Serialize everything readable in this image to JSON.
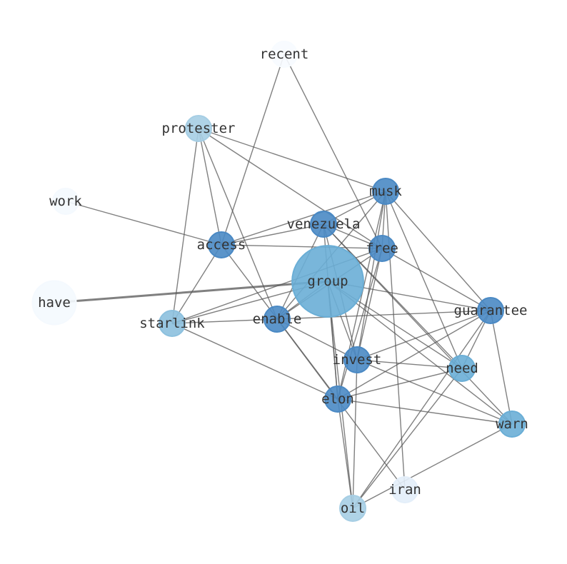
{
  "graph": {
    "type": "network",
    "nodes": [
      {
        "id": "recent",
        "label": "recent",
        "color": "#f7fbff",
        "size": 1
      },
      {
        "id": "protester",
        "label": "protester",
        "color": "#a6cee4",
        "size": 1
      },
      {
        "id": "work",
        "label": "work",
        "color": "#f4f9fe",
        "size": 1
      },
      {
        "id": "musk",
        "label": "musk",
        "color": "#4a89c4",
        "size": 1
      },
      {
        "id": "venezuela",
        "label": "venezuela",
        "color": "#4a89c4",
        "size": 1
      },
      {
        "id": "access",
        "label": "access",
        "color": "#4a89c4",
        "size": 1
      },
      {
        "id": "free",
        "label": "free",
        "color": "#4a89c4",
        "size": 1
      },
      {
        "id": "group",
        "label": "group",
        "color": "#6aaed6",
        "size": 8
      },
      {
        "id": "have",
        "label": "have",
        "color": "#f4f9fe",
        "size": 3
      },
      {
        "id": "starlink",
        "label": "starlink",
        "color": "#8cc0de",
        "size": 1
      },
      {
        "id": "enable",
        "label": "enable",
        "color": "#4a89c4",
        "size": 1
      },
      {
        "id": "guarantee",
        "label": "guarantee",
        "color": "#4a89c4",
        "size": 1
      },
      {
        "id": "invest",
        "label": "invest",
        "color": "#4a89c4",
        "size": 1
      },
      {
        "id": "need",
        "label": "need",
        "color": "#6aaed6",
        "size": 1
      },
      {
        "id": "elon",
        "label": "elon",
        "color": "#4a89c4",
        "size": 1
      },
      {
        "id": "warn",
        "label": "warn",
        "color": "#6aaed6",
        "size": 1
      },
      {
        "id": "iran",
        "label": "iran",
        "color": "#e3eef9",
        "size": 1
      },
      {
        "id": "oil",
        "label": "oil",
        "color": "#a6cee4",
        "size": 1
      }
    ],
    "edges": [
      [
        "recent",
        "access"
      ],
      [
        "recent",
        "free"
      ],
      [
        "protester",
        "musk"
      ],
      [
        "protester",
        "free"
      ],
      [
        "protester",
        "access"
      ],
      [
        "protester",
        "starlink"
      ],
      [
        "protester",
        "enable"
      ],
      [
        "work",
        "access"
      ],
      [
        "have",
        "group"
      ],
      [
        "musk",
        "venezuela"
      ],
      [
        "musk",
        "access"
      ],
      [
        "musk",
        "free"
      ],
      [
        "musk",
        "enable"
      ],
      [
        "musk",
        "invest"
      ],
      [
        "musk",
        "elon"
      ],
      [
        "musk",
        "guarantee"
      ],
      [
        "musk",
        "need"
      ],
      [
        "musk",
        "iran"
      ],
      [
        "venezuela",
        "access"
      ],
      [
        "venezuela",
        "free"
      ],
      [
        "venezuela",
        "enable"
      ],
      [
        "venezuela",
        "elon"
      ],
      [
        "venezuela",
        "invest"
      ],
      [
        "venezuela",
        "warn"
      ],
      [
        "venezuela",
        "need"
      ],
      [
        "access",
        "free"
      ],
      [
        "access",
        "elon"
      ],
      [
        "access",
        "starlink"
      ],
      [
        "free",
        "starlink"
      ],
      [
        "free",
        "enable"
      ],
      [
        "free",
        "invest"
      ],
      [
        "free",
        "elon"
      ],
      [
        "free",
        "guarantee"
      ],
      [
        "group",
        "enable"
      ],
      [
        "group",
        "starlink"
      ],
      [
        "group",
        "guarantee"
      ],
      [
        "group",
        "invest"
      ],
      [
        "group",
        "elon"
      ],
      [
        "group",
        "need"
      ],
      [
        "group",
        "warn"
      ],
      [
        "group",
        "oil"
      ],
      [
        "starlink",
        "enable"
      ],
      [
        "starlink",
        "elon"
      ],
      [
        "enable",
        "guarantee"
      ],
      [
        "enable",
        "invest"
      ],
      [
        "enable",
        "iran"
      ],
      [
        "guarantee",
        "invest"
      ],
      [
        "guarantee",
        "elon"
      ],
      [
        "guarantee",
        "need"
      ],
      [
        "guarantee",
        "warn"
      ],
      [
        "guarantee",
        "oil"
      ],
      [
        "invest",
        "need"
      ],
      [
        "invest",
        "warn"
      ],
      [
        "invest",
        "oil"
      ],
      [
        "need",
        "elon"
      ],
      [
        "need",
        "oil"
      ],
      [
        "elon",
        "warn"
      ],
      [
        "elon",
        "oil"
      ],
      [
        "warn",
        "oil"
      ]
    ]
  }
}
